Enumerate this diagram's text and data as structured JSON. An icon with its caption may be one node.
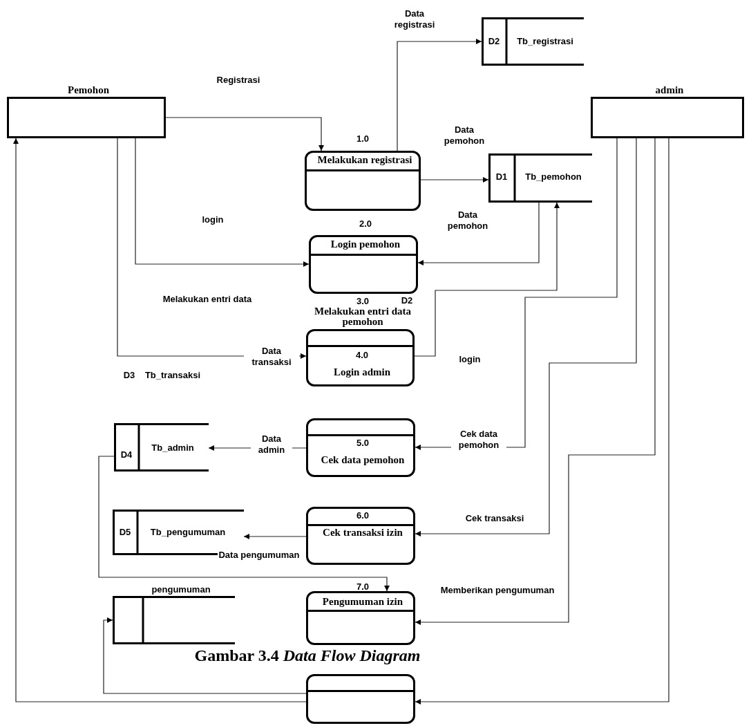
{
  "diagram": {
    "caption": "Gambar 3.4 *Data Flow Diagram*",
    "nodes": [
      {
        "text": [
          "Pemohon"
        ]
      },
      {
        "text": [
          "admin"
        ]
      },
      {
        "text": [
          "D2",
          "Tb_registrasi"
        ]
      },
      {
        "text": [
          "1.0",
          "Melakukan registrasi"
        ]
      },
      {
        "text": [
          "D1",
          "Tb_pemohon"
        ]
      },
      {
        "text": [
          "2.0",
          "Login pemohon"
        ]
      },
      {
        "text": [
          "4.0",
          "Login admin"
        ],
        "beside": [
          "3.0",
          "Melakukan entri data pemohon"
        ]
      },
      {
        "text": [
          "5.0",
          "Cek data pemohon"
        ]
      },
      {
        "text": [
          "D4",
          "Tb_admin"
        ]
      },
      {
        "text": [
          "6.0",
          "Cek transaksi izin"
        ]
      },
      {
        "text": [
          "D5",
          "Tb_pengumuman"
        ]
      },
      {
        "text": [
          "7.0",
          "Pengumuman izin"
        ]
      },
      {
        "text": [
          "pengumuman"
        ]
      },
      {
        "text": [],
        "shape": "box"
      }
    ],
    "edges": [
      {
        "from": 0,
        "to": 3,
        "arrow": "to",
        "label": "Registrasi"
      },
      {
        "from": 3,
        "to": 2,
        "arrow": "to",
        "label": "Data registrasi"
      },
      {
        "from": 3,
        "to": 4,
        "arrow": "to",
        "label": "Data pemohon"
      },
      {
        "from": 0,
        "to": 5,
        "arrow": "to",
        "label": "login"
      },
      {
        "from": 4,
        "to": 5,
        "arrow": "to",
        "label": "Data pemohon"
      },
      {
        "from": 0,
        "to": 6,
        "arrow": "to",
        "label": "Data transaksi"
      },
      {
        "from": 6,
        "to": 4,
        "arrow": "to"
      },
      {
        "from": 1,
        "to": 7,
        "arrow": "to",
        "label": "Cek data pemohon"
      },
      {
        "from": 7,
        "to": 8,
        "arrow": "to",
        "label": "Data admin"
      },
      {
        "from": 1,
        "to": 9,
        "arrow": "to",
        "label": "Cek transaksi"
      },
      {
        "from": 9,
        "to": 10,
        "arrow": "to",
        "label": "Data pengumuman"
      },
      {
        "from": 8,
        "to": 11,
        "arrow": "to"
      },
      {
        "from": 1,
        "to": 11,
        "arrow": "to",
        "label": "Memberikan pengumuman"
      },
      {
        "from": 13,
        "to": 12,
        "arrow": "to"
      },
      {
        "from": 1,
        "to": 13,
        "arrow": "to"
      },
      {
        "from": 13,
        "to": 0,
        "arrow": "to"
      }
    ],
    "labels": [
      "D2",
      "Melakukan entri data",
      "login",
      "D3",
      "Tb_transaksi"
    ]
  }
}
